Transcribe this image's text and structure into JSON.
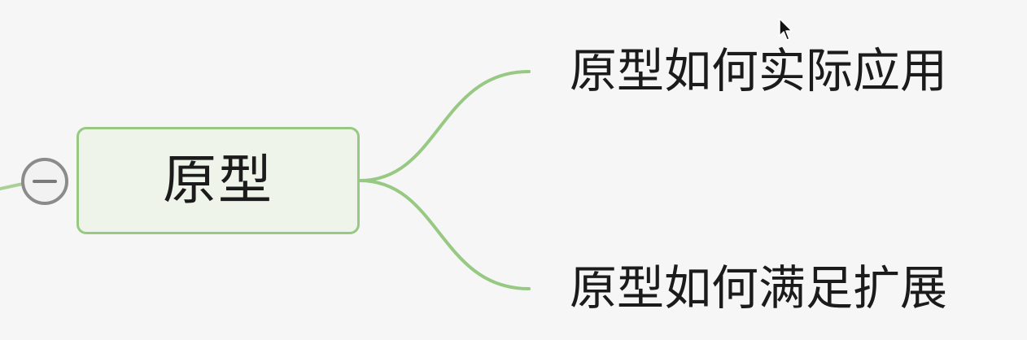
{
  "mindmap": {
    "central_topic": {
      "label": "原型"
    },
    "subtopics": [
      {
        "label": "原型如何实际应用"
      },
      {
        "label": "原型如何满足扩展"
      }
    ],
    "collapse_control": {
      "icon": "minus-circle-icon",
      "state": "expanded"
    },
    "colors": {
      "branch_line": "#97c983",
      "topic_border": "#97c983",
      "topic_fill": "#eef4ea",
      "parent_line": "#a9d197"
    }
  }
}
